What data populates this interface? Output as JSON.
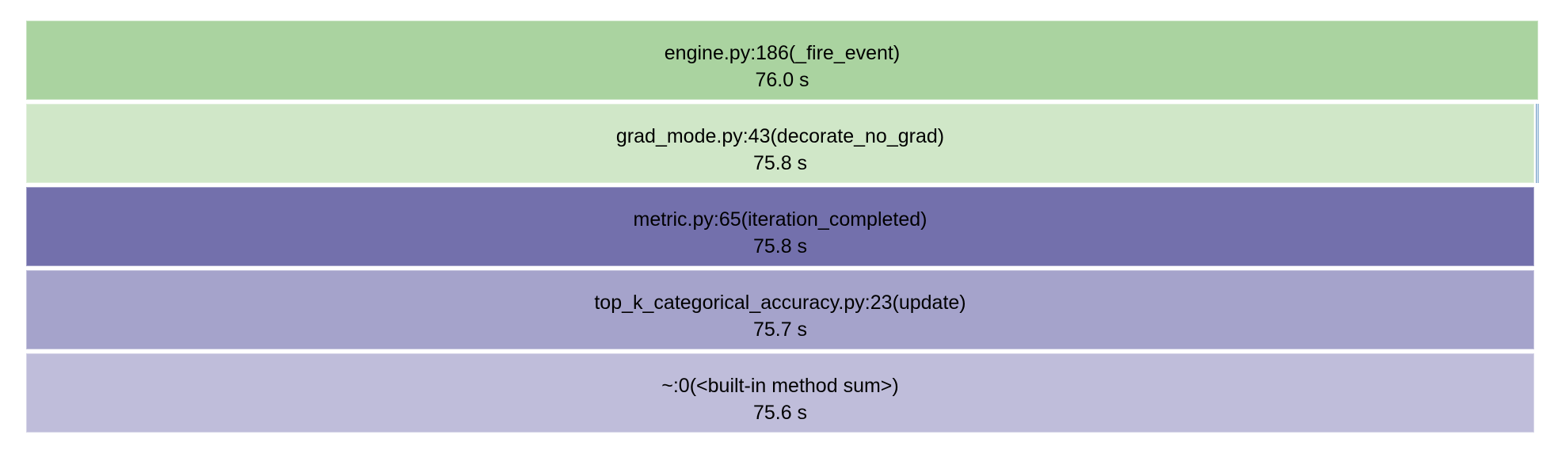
{
  "chart_data": {
    "type": "icicle",
    "orientation": "top-down",
    "unit": "seconds",
    "grid": false,
    "legend": "none",
    "background": "#ffffff",
    "text_color": "#000000",
    "frames": [
      {
        "depth": 0,
        "label": "engine.py:186(_fire_event)",
        "time_text": "76.0 s",
        "time_s": 76.0,
        "color": "#aad3a0"
      },
      {
        "depth": 1,
        "label": "grad_mode.py:43(decorate_no_grad)",
        "time_text": "75.8 s",
        "time_s": 75.8,
        "color": "#d0e7c8"
      },
      {
        "depth": 2,
        "label": "metric.py:65(iteration_completed)",
        "time_text": "75.8 s",
        "time_s": 75.8,
        "color": "#7370ac"
      },
      {
        "depth": 3,
        "label": "top_k_categorical_accuracy.py:23(update)",
        "time_text": "75.7 s",
        "time_s": 75.7,
        "color": "#a5a3cb"
      },
      {
        "depth": 4,
        "label": "~:0(<built-in method sum>)",
        "time_text": "75.6 s",
        "time_s": 75.6,
        "color": "#bfbdda"
      }
    ],
    "sliver_frame": {
      "depth": 1,
      "color": "#c2d8ea"
    }
  }
}
